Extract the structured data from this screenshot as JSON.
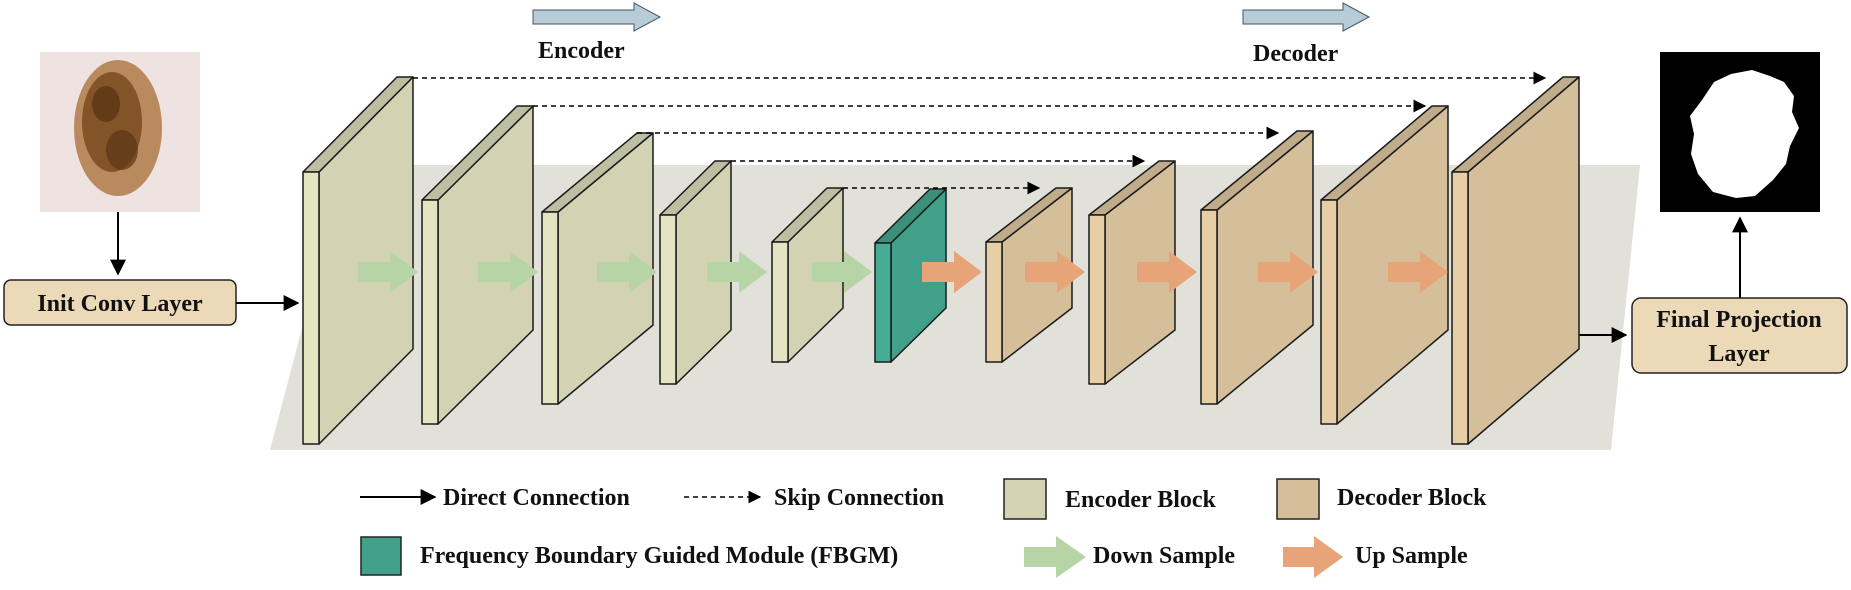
{
  "header": {
    "encoder_label": "Encoder",
    "decoder_label": "Decoder"
  },
  "nodes": {
    "init_conv": "Init Conv Layer",
    "final_projection_line1": "Final Projection",
    "final_projection_line2": "Layer"
  },
  "legend": {
    "direct_connection": "Direct Connection",
    "skip_connection": "Skip Connection",
    "encoder_block": "Encoder Block",
    "decoder_block": "Decoder Block",
    "fbgm": "Frequency Boundary Guided Module (FBGM)",
    "down_sample": "Down Sample",
    "up_sample": "Up Sample"
  },
  "colors": {
    "encoder_block": "#d3d3b4",
    "decoder_block": "#d5bf9a",
    "fbgm": "#41a08a",
    "down_sample_arrow": "#b7d4a6",
    "up_sample_arrow": "#e7a478",
    "header_arrow": "#b8ccd8",
    "node_fill": "#ecd9b8",
    "background_plane": "#e1e1da"
  }
}
